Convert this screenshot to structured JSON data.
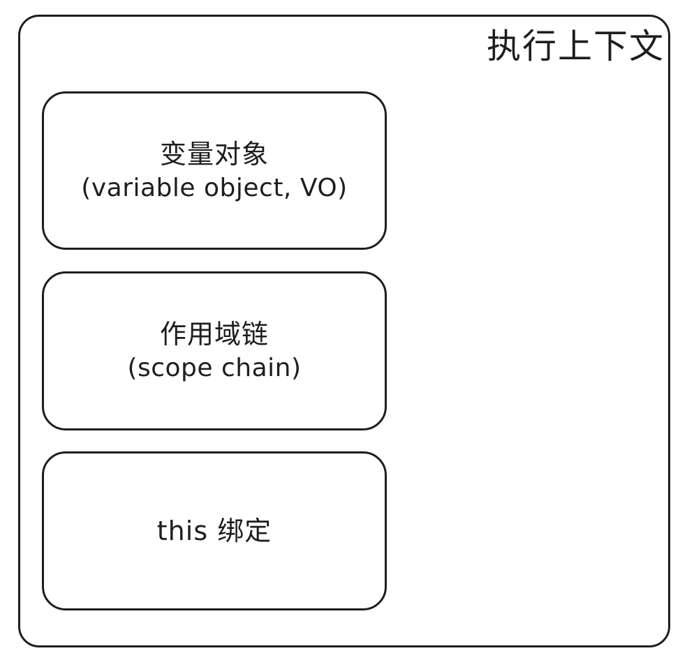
{
  "diagram": {
    "title": "执行上下文",
    "background_color": "#ffffff",
    "stroke_color": "#1e1e1e",
    "text_color": "#1e1e1e",
    "outer_container_label": "执行上下文",
    "boxes": [
      {
        "name": "variable-object",
        "line_cn": "变量对象",
        "line_en": "(variable object, VO)"
      },
      {
        "name": "scope-chain",
        "line_cn": "作用域链",
        "line_en": "(scope chain)"
      },
      {
        "name": "this-binding",
        "line_cn": "this 绑定",
        "line_en": ""
      }
    ]
  }
}
